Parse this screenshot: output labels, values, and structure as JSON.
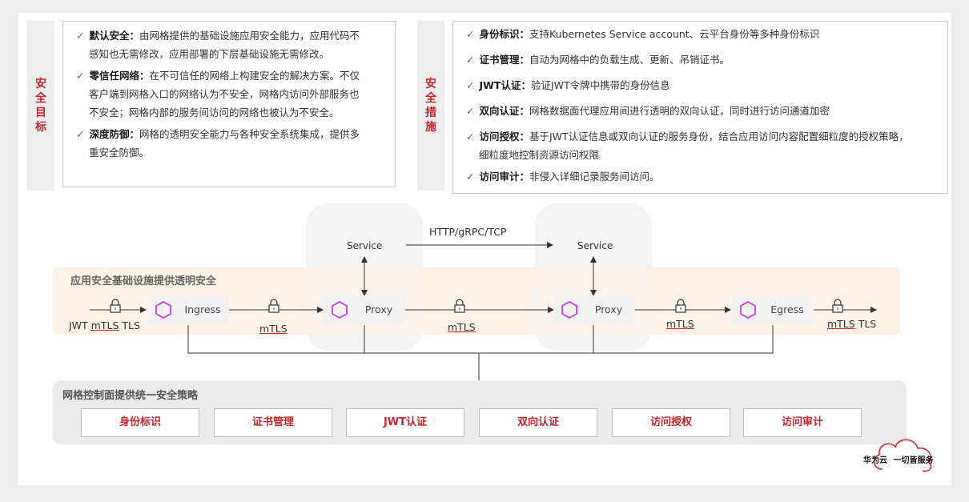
{
  "left_panel": {
    "side_label": "安全目标",
    "items": [
      {
        "title": "默认安全：",
        "text": "由网格提供的基础设施应用安全能力，应用代码不感知也无需修改，应用部署的下层基础设施无需修改。",
        "lines": [
          "默认安全：由网格提供的基础设施应用安全能力，应用代码不",
          "感知也无需修改，应用部署的下层基础设施无需修改。"
        ]
      },
      {
        "title": "零信任网络：",
        "text": "在不可信任的网络上构建安全的解决方案。不仅客户端到网格入口的网络认为不安全，网格内访问外部服务也不安全；网格内部的服务间访问的网络也被认为不安全。",
        "lines": [
          "零信任网络：在不可信任的网络上构建安全的解决方案。不仅",
          "客户端到网格入口的网络认为不安全，网格内访问外部服务也",
          "不安全；网格内部的服务间访问的网络也被认为不安全。"
        ]
      },
      {
        "title": "深度防御：",
        "text": "网格的透明安全能力与各种安全系统集成，提供多重安全防御。",
        "lines": [
          "深度防御：网格的透明安全能力与各种安全系统集成，提供多",
          "重安全防御。"
        ]
      }
    ]
  },
  "right_panel": {
    "side_label": "安全措施",
    "items": [
      {
        "title": "身份标识：",
        "lines": [
          "支持Kubernetes Service account、云平台身份等多种身份标识"
        ]
      },
      {
        "title": "证书管理：",
        "lines": [
          "自动为网格中的负载生成、更新、吊销证书。"
        ]
      },
      {
        "title": "JWT认证：",
        "lines": [
          "验证JWT令牌中携带的身份信息"
        ]
      },
      {
        "title": "双向认证：",
        "lines": [
          "网格数据面代理应用间进行透明的双向认证，同时进行访问通道加密"
        ]
      },
      {
        "title": "访问授权：",
        "lines": [
          "基于JWT认证信息或双向认证的服务身份，结合应用访问内容配置细粒度的授权策略，",
          "细粒度地控制资源访问权限"
        ]
      },
      {
        "title": "访问审计：",
        "lines": [
          "非侵入详细记录服务间访问。"
        ]
      }
    ]
  },
  "flow": {
    "band_title": "应用安全基础设施提供透明安全",
    "protocol": "HTTP/gRPC/TCP",
    "service_left": "Service",
    "service_right": "Service",
    "nodes": [
      "Ingress",
      "Proxy",
      "Proxy",
      "Egress"
    ],
    "link_labels": {
      "inbound_jwt": "JWT",
      "inbound_mtls": "mTLS",
      "inbound_tls": "TLS",
      "ingress_proxy": "mTLS",
      "proxy_proxy": "mTLS",
      "proxy_egress": "mTLS",
      "outbound_mtls": "mTLS",
      "outbound_tls": "TLS"
    }
  },
  "control_plane": {
    "title": "网格控制面提供统一安全策略",
    "policies": [
      "身份标识",
      "证书管理",
      "JWT认证",
      "双向认证",
      "访问授权",
      "访问审计"
    ]
  },
  "logo": {
    "brand": "华为云",
    "slogan": "一切皆服务"
  },
  "colors": {
    "accent": "#c0282d",
    "hexagon": "#c83ee0",
    "band": "#fdf2e7"
  }
}
